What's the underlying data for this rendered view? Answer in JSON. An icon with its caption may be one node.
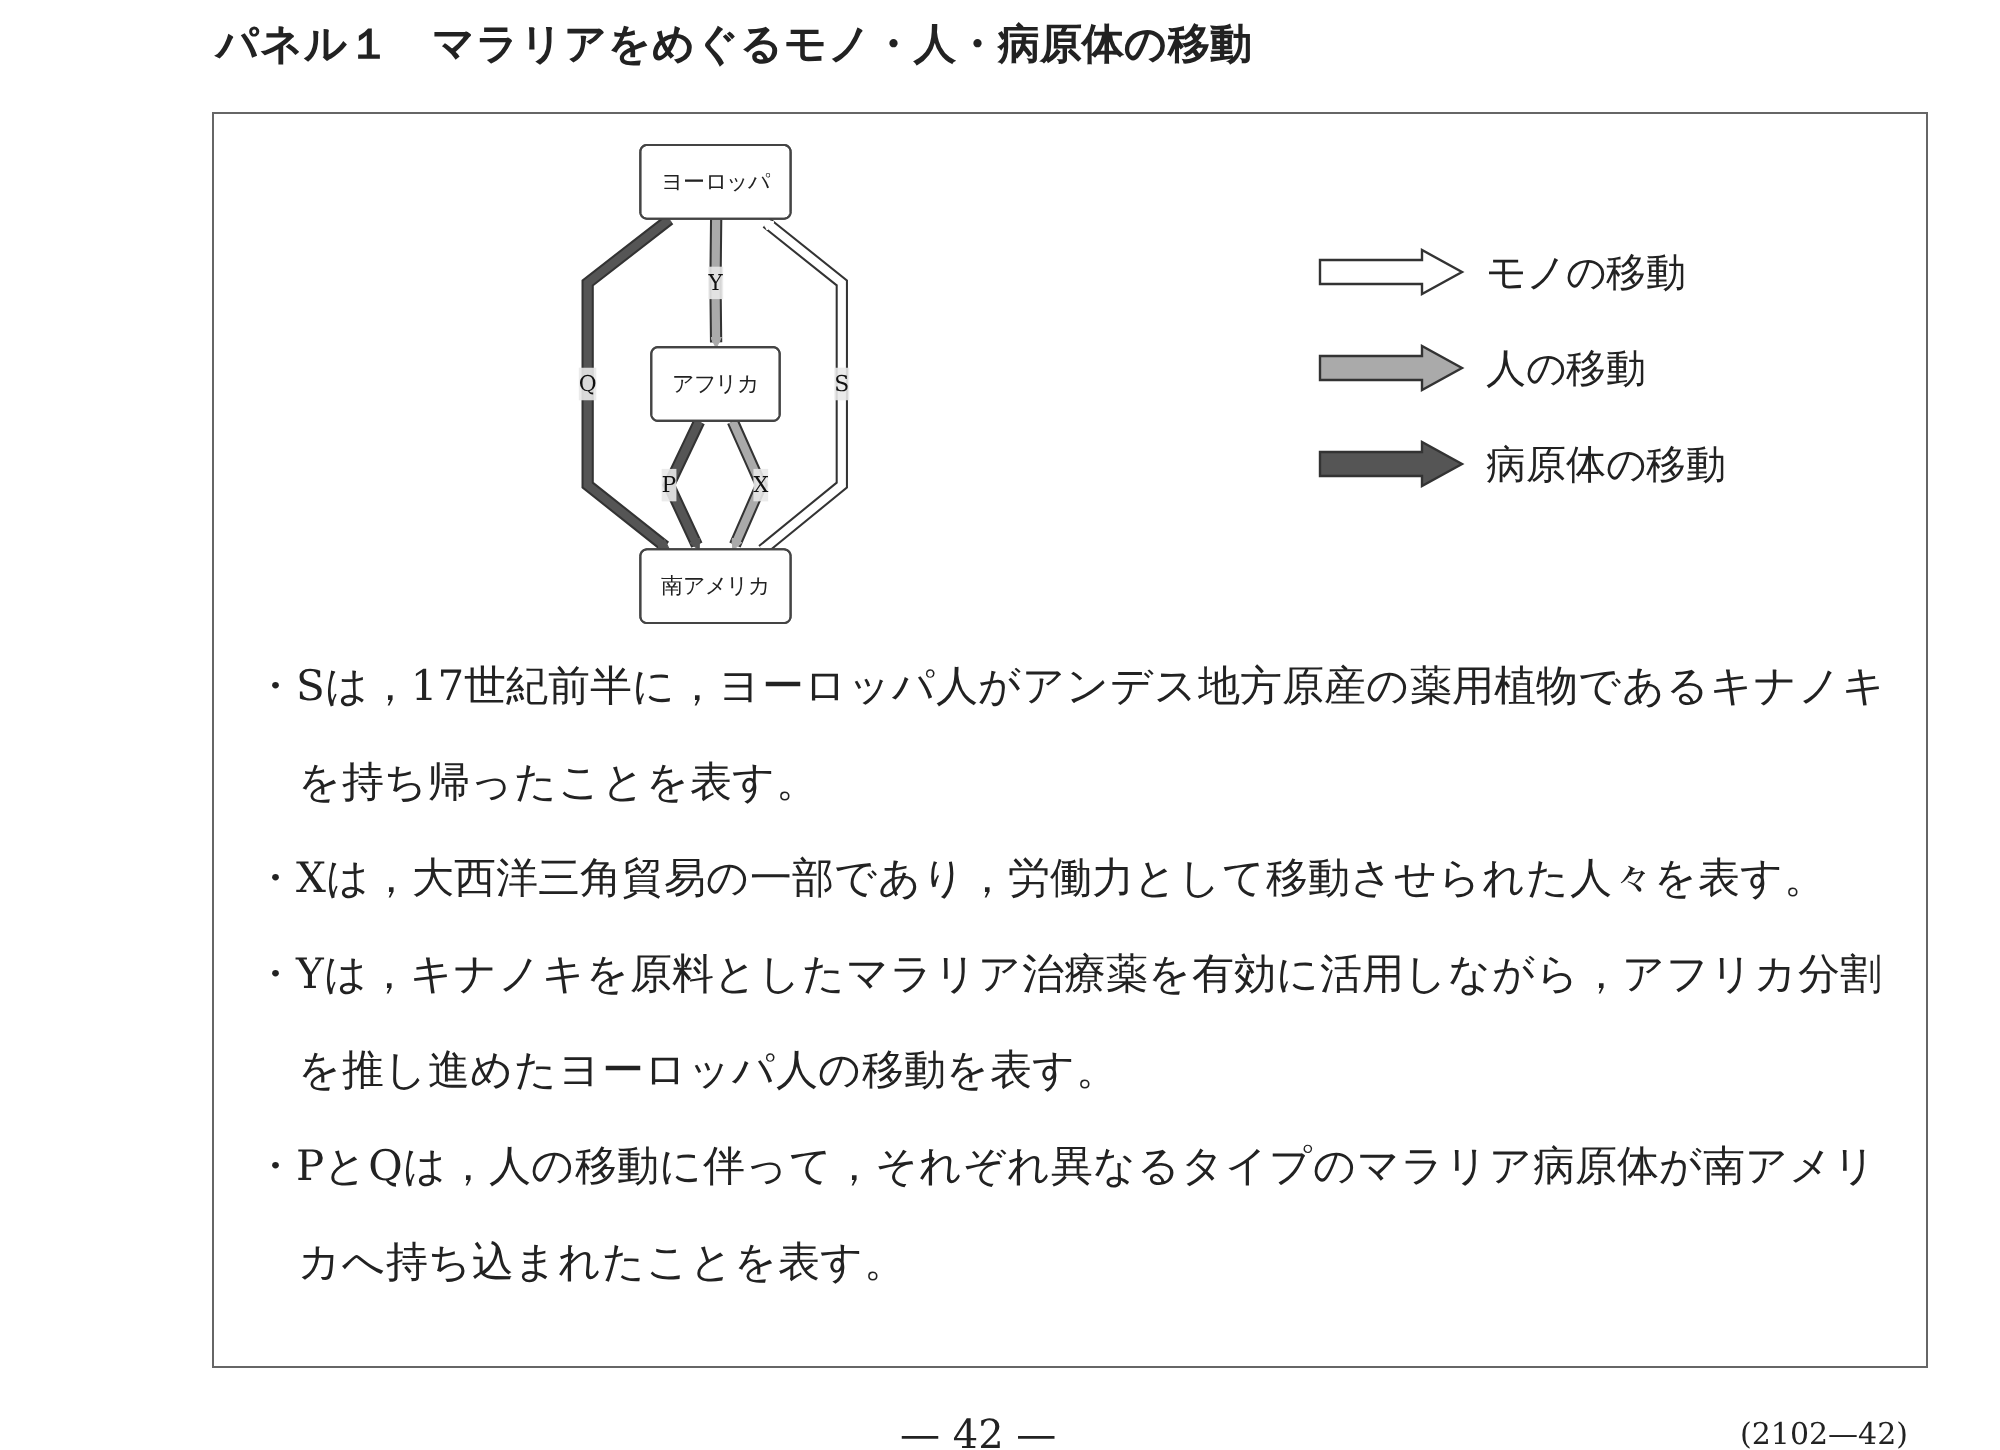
{
  "diagram": {
    "title": "パネル１　マラリアをめぐるモノ・人・病原体の移動",
    "nodes": [
      {
        "text": [
          "ヨーロッパ"
        ]
      },
      {
        "text": [
          "南アメリカ"
        ]
      },
      {
        "text": [
          "アフリカ"
        ]
      }
    ],
    "edges": [
      {
        "from": 1,
        "to": 0,
        "arrow": "to",
        "label": "S",
        "color": "#ffffff"
      },
      {
        "from": 0,
        "to": 1,
        "arrow": "to",
        "label": "Q",
        "color": "#555555"
      },
      {
        "from": 0,
        "to": 2,
        "arrow": "to",
        "label": "Y",
        "color": "#aaaaaa"
      },
      {
        "from": 2,
        "to": 1,
        "arrow": "to",
        "label": "P",
        "color": "#555555"
      },
      {
        "from": 2,
        "to": 1,
        "arrow": "to",
        "label": "X",
        "color": "#aaaaaa"
      }
    ],
    "labels": [
      "・Sは，17世紀前半に，ヨーロッパ人がアンデス地方原産の薬用植物であるキナノキを持ち帰ったことを表す。",
      "・Xは，大西洋三角貿易の一部であり，労働力として移動させられた人々を表す。",
      "・Yは，キナノキを原料としたマラリア治療薬を有効に活用しながら，アフリカ分割を推し進めたヨーロッパ人の移動を表す。",
      "・PとQは，人の移動に伴って，それぞれ異なるタイプのマラリア病原体が南アメリカへ持ち込まれたことを表す。",
      "— 42 —",
      "(2102—42)"
    ],
    "legend": [
      {
        "text": "モノの移動",
        "color": "#ffffff"
      },
      {
        "text": "人の移動",
        "color": "#aaaaaa"
      },
      {
        "text": "病原体の移動",
        "color": "#555555"
      }
    ]
  }
}
